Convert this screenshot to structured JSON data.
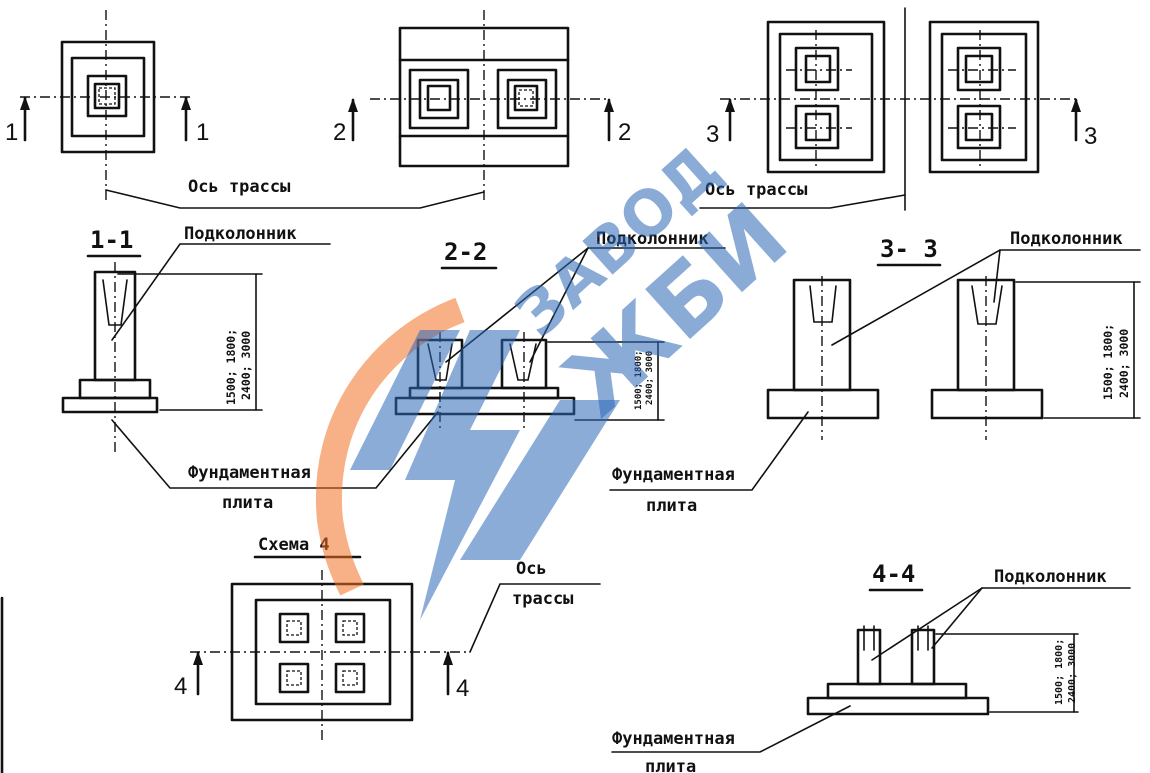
{
  "labels": {
    "trace_axis": "Ось трассы",
    "trace_axis_line1": "Ось",
    "trace_axis_line2": "трассы",
    "subcolumn": "Подколонник",
    "foundation_line1": "Фундаментная",
    "foundation_line2": "плита",
    "scheme4": "Схема 4",
    "dim_line1": "1500; 1800;",
    "dim_line2": "2400; 3000"
  },
  "sections": {
    "s1": "1-1",
    "s2": "2-2",
    "s3": "3- 3",
    "s4": "4-4"
  },
  "cut_marks": {
    "m1": "1",
    "m2": "2",
    "m3": "3",
    "m4": "4"
  },
  "watermark": {
    "line1": "ЗАВОД",
    "line2": "ЖБИ",
    "colors": {
      "blue": "#2d68b8",
      "orange": "#f26f24"
    }
  }
}
